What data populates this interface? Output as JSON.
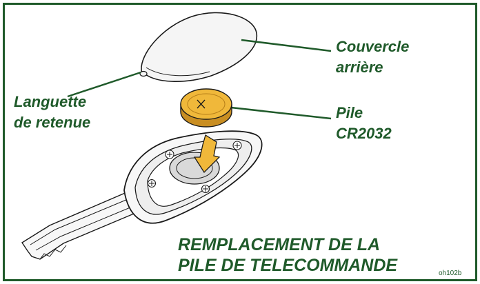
{
  "labels": {
    "cover_line1": "Couvercle",
    "cover_line2": "arrière",
    "tab_line1": "Languette",
    "tab_line2": "de retenue",
    "battery_line1": "Pile",
    "battery_line2": "CR2032"
  },
  "title": {
    "line1": "REMPLACEMENT DE LA",
    "line2": "PILE DE TELECOMMANDE"
  },
  "figure_code": "oh102b",
  "colors": {
    "accent": "#1f5a2a",
    "battery": "#f0b83a"
  }
}
